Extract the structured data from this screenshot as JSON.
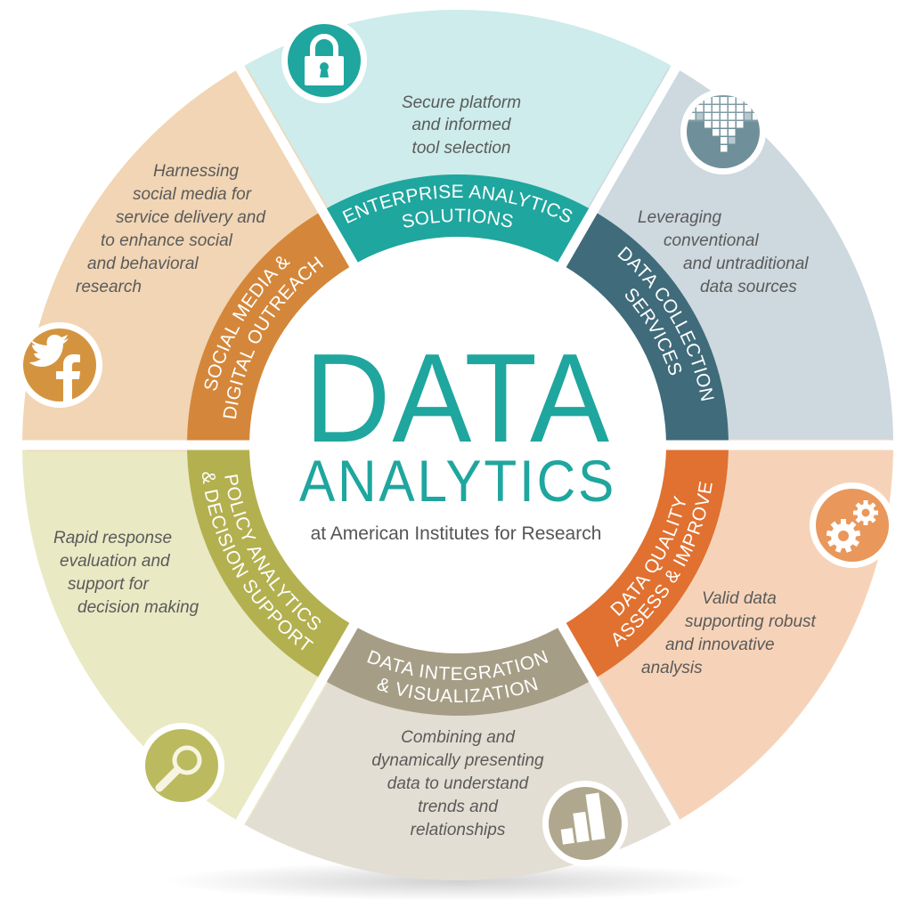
{
  "center": {
    "title": "DATA",
    "subtitle": "ANALYTICS",
    "organization": "at American Institutes for Research",
    "title_color": "#1fa69e"
  },
  "segments": [
    {
      "id": "enterprise",
      "band_lines": [
        "ENTERPRISE ANALYTICS",
        "SOLUTIONS"
      ],
      "description": [
        "Secure platform",
        "and informed",
        "tool selection"
      ],
      "icon": "lock-icon",
      "band_color": "#1fa69e",
      "fill_color": "#cdeceb"
    },
    {
      "id": "data-collection",
      "band_lines": [
        "DATA COLLECTION",
        "SERVICES"
      ],
      "description": [
        "Leveraging",
        "conventional",
        "and untraditional",
        "data sources"
      ],
      "icon": "data-grid-icon",
      "band_color": "#3f6b7a",
      "fill_color": "#cdd8df"
    },
    {
      "id": "data-quality",
      "band_lines": [
        "DATA QUALITY",
        "ASSESS & IMPROVE"
      ],
      "description": [
        "Valid data",
        "supporting robust",
        "and innovative",
        "analysis"
      ],
      "icon": "gears-icon",
      "band_color": "#e07130",
      "fill_color": "#f6d3b8"
    },
    {
      "id": "data-integration",
      "band_lines": [
        "DATA INTEGRATION",
        "& VISUALIZATION"
      ],
      "description": [
        "Combining and",
        "dynamically presenting",
        "data to understand",
        "trends and",
        "relationships"
      ],
      "icon": "bar-chart-icon",
      "band_color": "#a69d86",
      "fill_color": "#e3ded3"
    },
    {
      "id": "policy",
      "band_lines": [
        "POLICY ANALYTICS",
        "& DECISION SUPPORT"
      ],
      "description": [
        "Rapid response",
        "evaluation and",
        "support for",
        "decision making"
      ],
      "icon": "magnifier-icon",
      "band_color": "#b3b04f",
      "fill_color": "#e9e9c4"
    },
    {
      "id": "social-media",
      "band_lines": [
        "SOCIAL MEDIA &",
        "DIGITAL OUTREACH"
      ],
      "description": [
        "Harnessing",
        "social media for",
        "service delivery and",
        "to enhance social",
        "and behavioral",
        "research"
      ],
      "icon": "twitter-facebook-icon",
      "band_color": "#d4873a",
      "fill_color": "#f1d5b4"
    }
  ]
}
